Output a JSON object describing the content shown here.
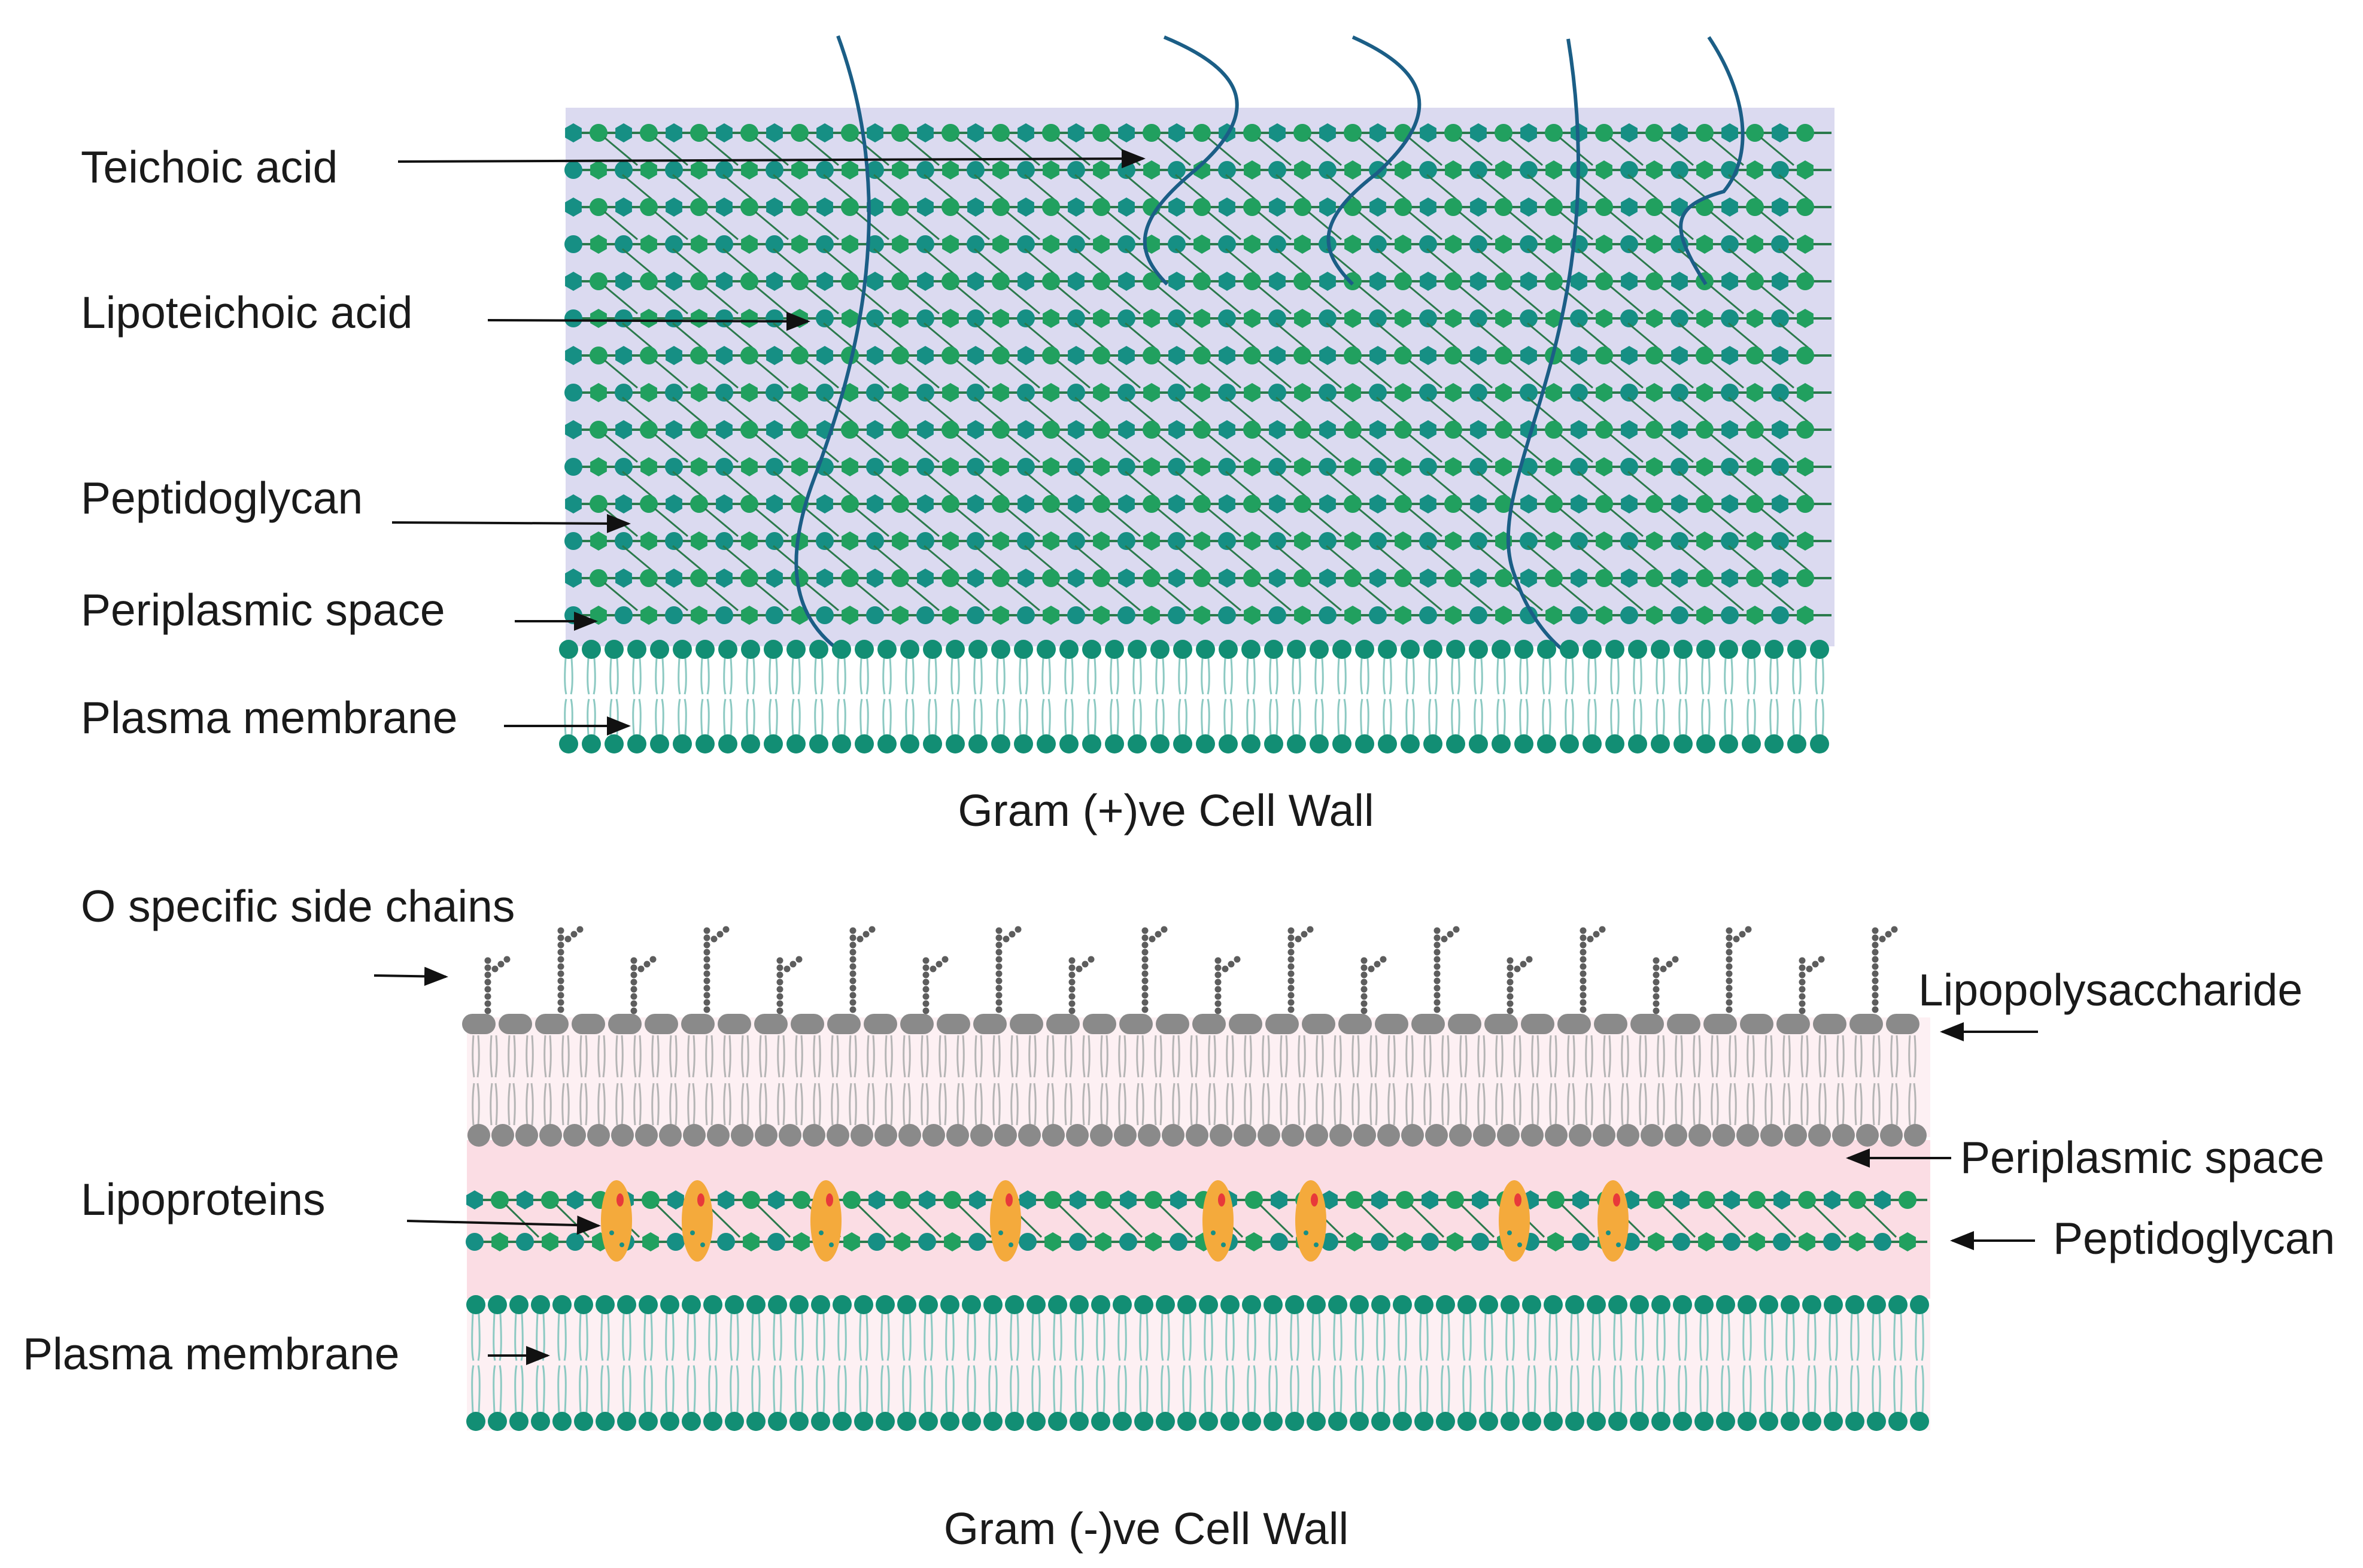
{
  "colors": {
    "bead_green": "#21a05f",
    "bead_teal": "#168f84",
    "chain_line": "#2b7a4c",
    "gram_pos_background": "#dbdaf0",
    "outer_membrane_background": "#fdf0f3",
    "periplasm_background": "#fbdde4",
    "lipid_head": "#128e74",
    "lipid_tail": "#8cc9c2",
    "teichoic_acid": "#1b5e86",
    "lps_core": "#8a8a8a",
    "lps_tail": "#b5b5b5",
    "o_chain": "#5d5d5d",
    "lipoprotein_fill": "#f4aa3c",
    "lipoprotein_spot": "#e8393a",
    "arrow": "#111111",
    "text": "#1a1a1a"
  },
  "gram_positive": {
    "caption": "Gram (+)ve Cell Wall",
    "labels": {
      "teichoic_acid": "Teichoic acid",
      "lipoteichoic_acid": "Lipoteichoic acid",
      "peptidoglycan": "Peptidoglycan",
      "periplasmic_space": "Periplasmic space",
      "plasma_membrane": "Plasma membrane"
    }
  },
  "gram_negative": {
    "caption": "Gram (-)ve Cell Wall",
    "labels": {
      "o_specific_side_chains": "O specific side chains",
      "lipopolysaccharide": "Lipopolysaccharide",
      "periplasmic_space": "Periplasmic space",
      "lipoproteins": "Lipoproteins",
      "peptidoglycan": "Peptidoglycan",
      "plasma_membrane": "Plasma membrane"
    }
  }
}
